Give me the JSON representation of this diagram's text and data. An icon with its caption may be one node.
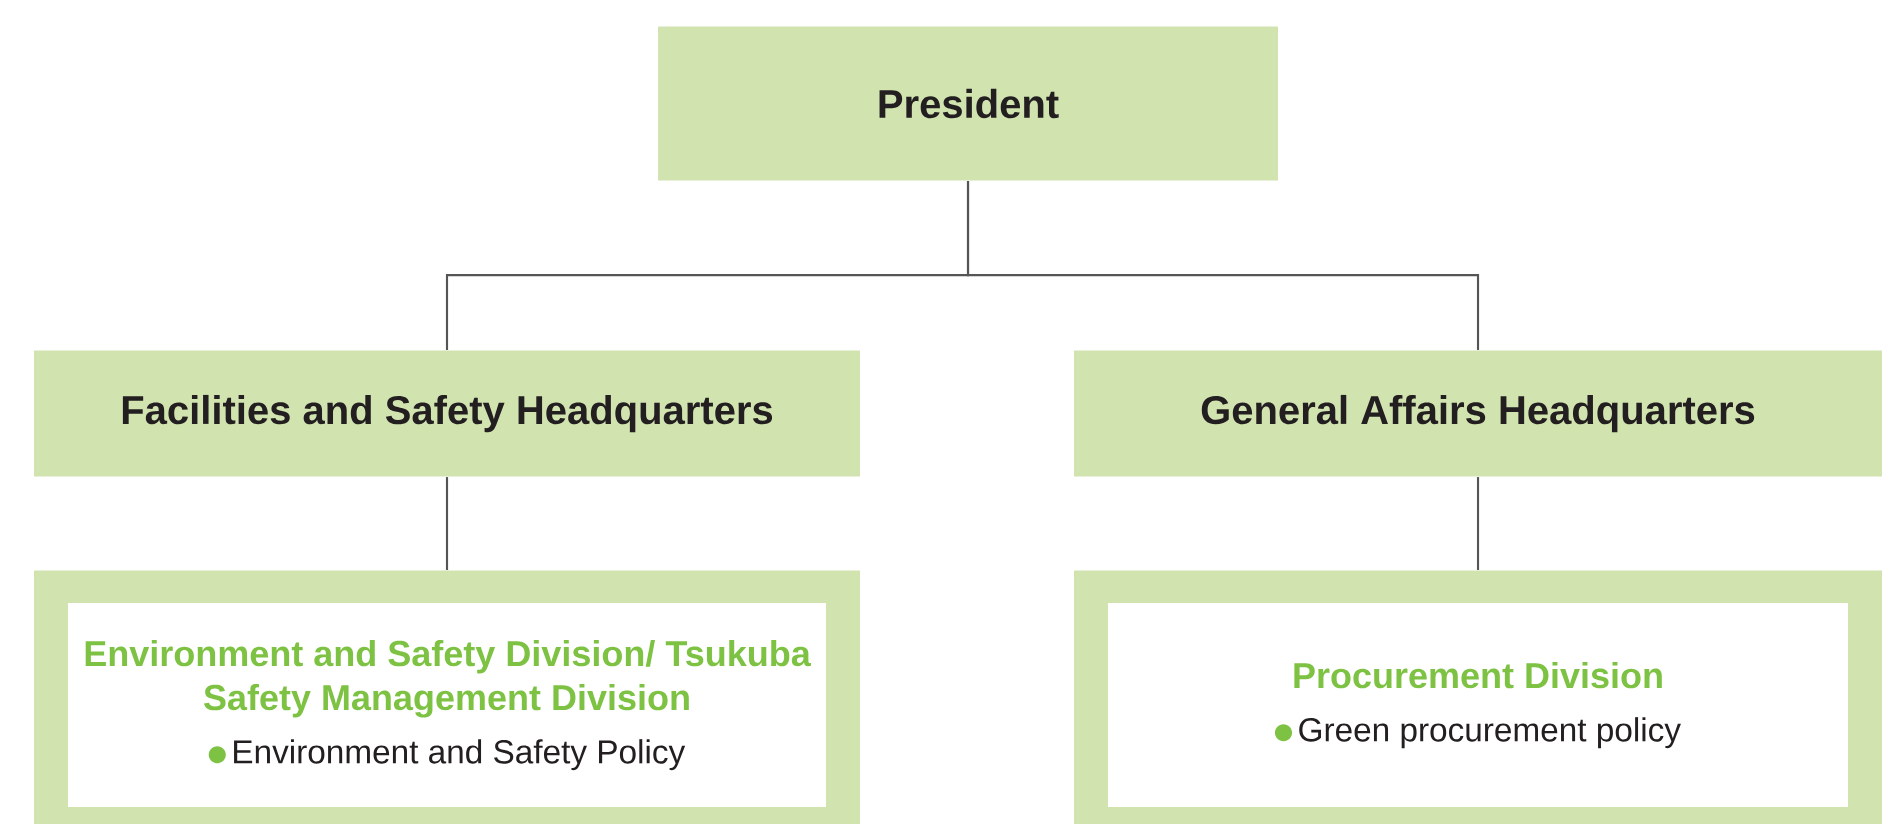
{
  "diagram": {
    "nodes": [
      {
        "text": [
          "President"
        ]
      },
      {
        "text": [
          "Facilities and Safety Headquarters"
        ]
      },
      {
        "text": [
          "General Affairs Headquarters"
        ]
      },
      {
        "text": [
          "Environment and Safety Division/ Tsukuba Safety Management Division",
          "Environment and Safety Policy"
        ]
      },
      {
        "text": [
          "Procurement Division",
          "Green procurement policy"
        ]
      }
    ],
    "edges": [
      {
        "from": 0,
        "to": 1,
        "arrow": "none"
      },
      {
        "from": 0,
        "to": 2,
        "arrow": "none"
      },
      {
        "from": 1,
        "to": 3,
        "arrow": "none"
      },
      {
        "from": 2,
        "to": 4,
        "arrow": "none"
      }
    ]
  }
}
